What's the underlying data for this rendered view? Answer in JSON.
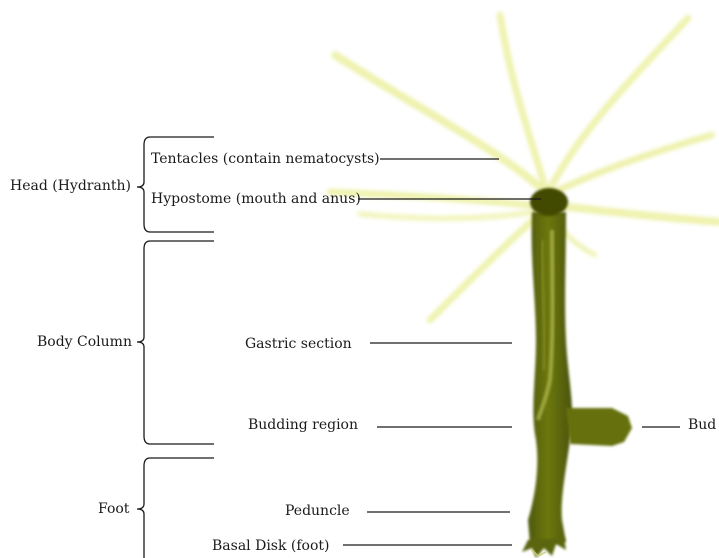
{
  "groups": {
    "head": "Head (Hydranth)",
    "body_column": "Body Column",
    "foot": "Foot"
  },
  "labels": {
    "tentacles": "Tentacles (contain nematocysts)",
    "hypostome": "Hypostome (mouth and anus)",
    "gastric": "Gastric section",
    "budding": "Budding region",
    "bud": "Bud",
    "peduncle": "Peduncle",
    "basal_disk": "Basal Disk (foot)"
  },
  "colors": {
    "background": "#ffffff",
    "body": "#5f6a0c",
    "body_highlight": "#a4ad3c",
    "hypostome": "#424a05",
    "tentacle": "#e7ec8e",
    "lines": "#1a1a1a"
  }
}
